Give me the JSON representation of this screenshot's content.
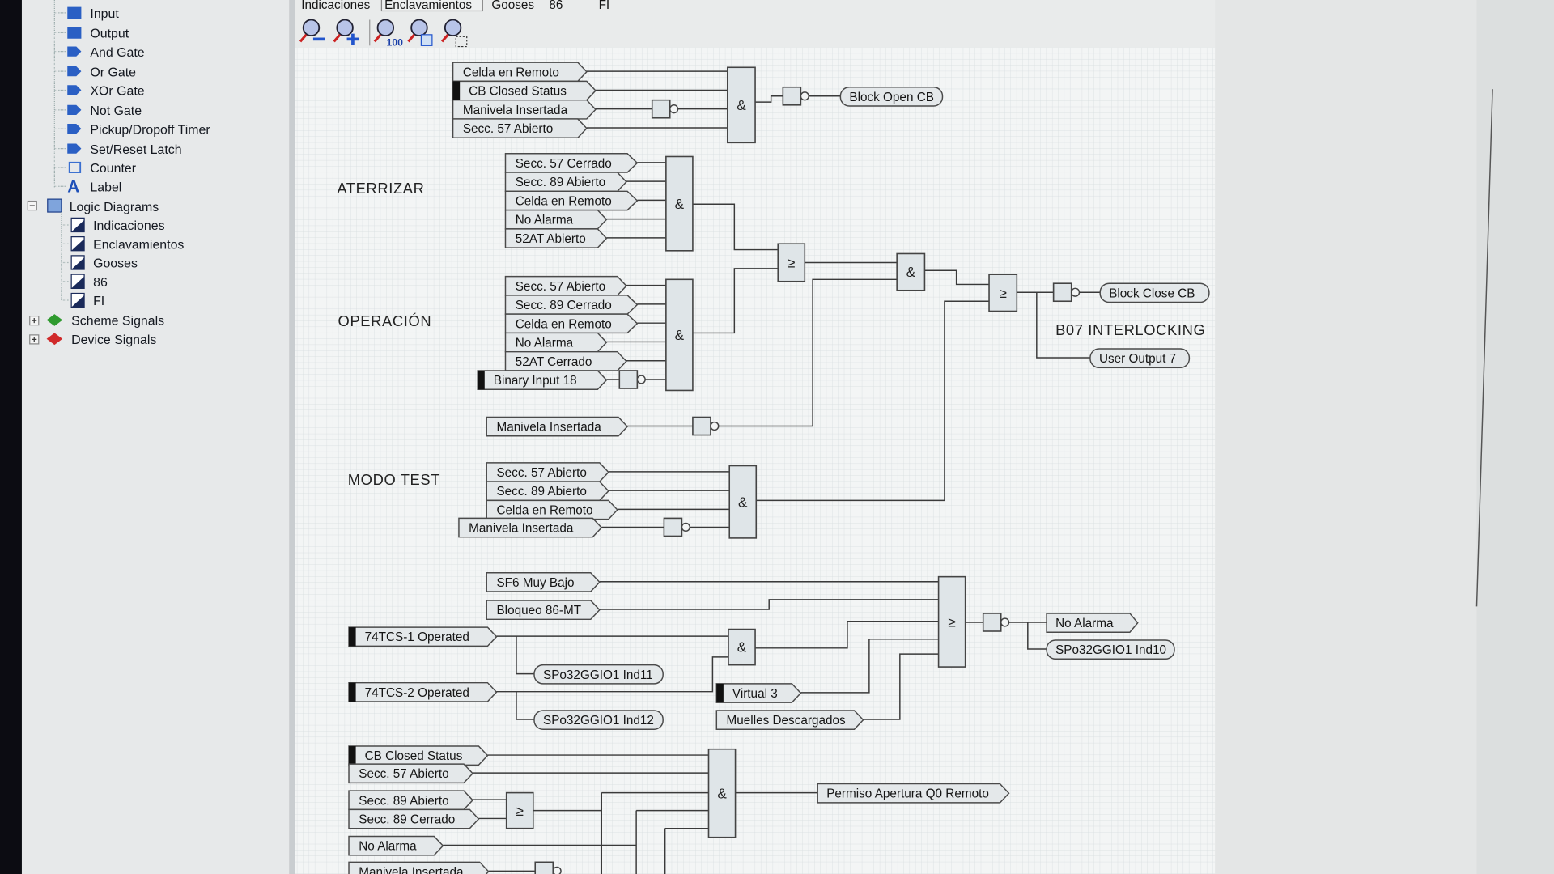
{
  "tabs": [
    "Indicaciones",
    "Enclavamientos",
    "Gooses",
    "86",
    "FI"
  ],
  "active_tab": "Enclavamientos",
  "toolbar": [
    "zoom-out-icon",
    "zoom-in-icon",
    "zoom-100-icon",
    "zoom-fit-icon",
    "zoom-selection-icon"
  ],
  "toolbar_text": {
    "zoom100": "100"
  },
  "tree": {
    "tools": [
      "Input",
      "Output",
      "And Gate",
      "Or Gate",
      "XOr Gate",
      "Not Gate",
      "Pickup/Dropoff Timer",
      "Set/Reset Latch",
      "Counter",
      "Label"
    ],
    "logic_diagrams": {
      "label": "Logic Diagrams",
      "children": [
        "Indicaciones",
        "Enclavamientos",
        "Gooses",
        "86",
        "FI"
      ]
    },
    "scheme_signals": "Scheme Signals",
    "device_signals": "Device Signals",
    "colors": {
      "tool": "#2a5fc4",
      "scheme": "#2f9a2f",
      "device": "#d02a2a"
    }
  },
  "diagram": {
    "sections": {
      "aterrizar": "ATERRIZAR",
      "operacion": "OPERACIÓN",
      "modo_test": "MODO TEST",
      "interlocking": "B07 INTERLOCKING"
    },
    "symbols": {
      "and": "&",
      "or": "≥"
    },
    "inputs": [
      "Celda en Remoto",
      "CB Closed Status",
      "Manivela Insertada",
      "Secc. 57 Abierto",
      "Secc. 57 Cerrado",
      "Secc. 89 Abierto",
      "Celda en Remoto",
      "No Alarma",
      "52AT Abierto",
      "Secc. 57 Abierto",
      "Secc. 89 Cerrado",
      "Celda en Remoto",
      "No Alarma",
      "52AT Cerrado",
      "Binary Input 18",
      "Manivela Insertada",
      "Secc. 57 Abierto",
      "Secc. 89 Abierto",
      "Celda en Remoto",
      "Manivela Insertada",
      "SF6 Muy Bajo",
      "Bloqueo 86-MT",
      "74TCS-1 Operated",
      "74TCS-2 Operated",
      "Virtual 3",
      "Muelles Descargados",
      "CB Closed Status",
      "Secc. 57 Abierto",
      "Secc. 89 Abierto",
      "Secc. 89 Cerrado",
      "No Alarma",
      "Manivela Insertada"
    ],
    "outputs": [
      "Block Open CB",
      "Block Close CB",
      "User Output 7",
      "SPo32GGIO1 Ind11",
      "SPo32GGIO1 Ind12",
      "SPo32GGIO1 Ind10",
      "No Alarma",
      "Permiso Apertura Q0 Remoto"
    ]
  }
}
